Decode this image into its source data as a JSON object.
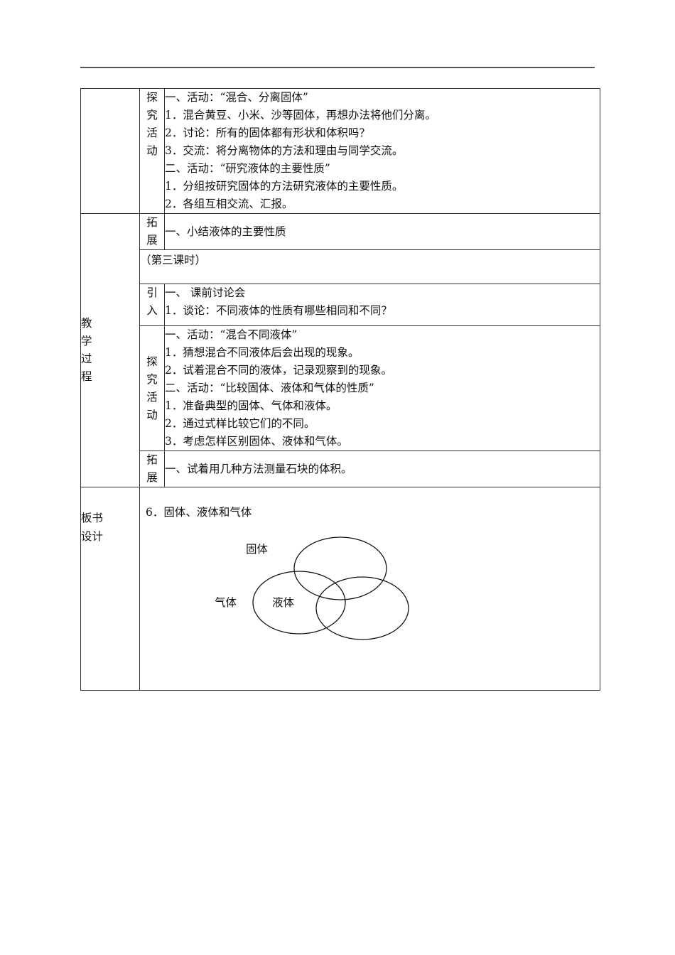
{
  "page": {
    "rows": [
      {
        "section": "",
        "phase": [
          "探",
          "究",
          "活",
          "动"
        ],
        "lines": [
          "一、活动：“混合、分离固体”",
          "1．混合黄豆、小米、沙等固体，再想办法将他们分离。",
          "2．讨论：所有的固体都有形状和体积吗？",
          "3．交流：将分离物体的方法和理由与同学交流。",
          "二、活动：“研究液体的主要性质”",
          "1．分组按研究固体的方法研究液体的主要性质。",
          "2．各组互相交流、汇报。"
        ]
      }
    ],
    "teaching_process": {
      "label": [
        "教",
        "学",
        "过",
        "程"
      ],
      "expand1": {
        "phase": [
          "拓",
          "展"
        ],
        "lines": [
          "一、小结液体的主要性质"
        ]
      },
      "lesson_header": "（第三课时）",
      "intro": {
        "phase": [
          "引",
          "入"
        ],
        "lines": [
          "一、 课前讨论会",
          "1．谈论：不同液体的性质有哪些相同和不同？"
        ]
      },
      "explore": {
        "phase": [
          "探",
          "究",
          "活",
          "动"
        ],
        "lines": [
          "一、活动：“混合不同液体”",
          "1．猜想混合不同液体后会出现的现象。",
          "2．试着混合不同的液体，记录观察到的现象。",
          "二、活动：“比较固体、液体和气体的性质”",
          "1．准备典型的固体、气体和液体。",
          "2．通过式样比较它们的不同。",
          "3．考虑怎样区别固体、液体和气体。"
        ]
      },
      "expand2": {
        "phase": [
          "拓",
          "展"
        ],
        "lines": [
          "一、试着用几种方法测量石块的体积。"
        ]
      }
    },
    "board_design": {
      "label": [
        "板书",
        "设计"
      ],
      "title": "6．固体、液体和气体",
      "diagram": {
        "labels": {
          "solid": "固体",
          "gas": "气体",
          "liquid": "液体"
        }
      }
    }
  }
}
